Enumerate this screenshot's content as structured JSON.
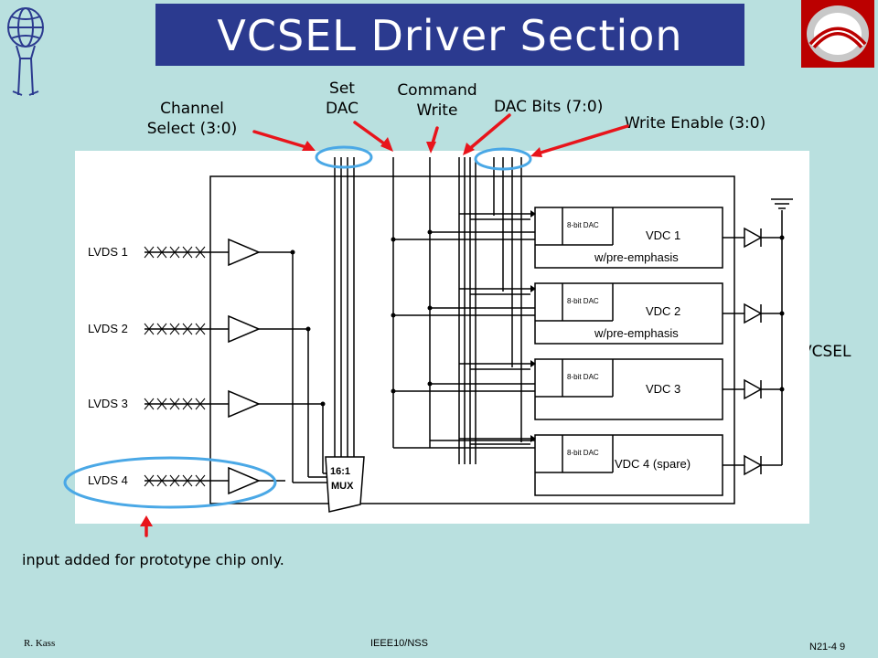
{
  "title": "VCSEL Driver Section",
  "labels": {
    "set_dac": "Set\nDAC",
    "set_dac_line1": "Set",
    "set_dac_line2": "DAC",
    "command_line1": "Command",
    "command_line2": "Write",
    "channel_line1": "Channel",
    "channel_line2": "Select (3:0)",
    "dac_bits": "DAC Bits (7:0)",
    "write_enable": "Write Enable (3:0)",
    "vcsel": "VCSEL",
    "note": "input added for prototype chip only."
  },
  "diagram": {
    "lvds": [
      "LVDS 1",
      "LVDS 2",
      "LVDS 3",
      "LVDS 4"
    ],
    "dac_label": "8-bit DAC",
    "vdc": [
      {
        "name": "VDC 1",
        "sub": "w/pre-emphasis"
      },
      {
        "name": "VDC 2",
        "sub": "w/pre-emphasis"
      },
      {
        "name": "VDC 3",
        "sub": ""
      },
      {
        "name": "VDC 4 (spare)",
        "sub": ""
      }
    ],
    "mux_line1": "16:1",
    "mux_line2": "MUX"
  },
  "footer": {
    "author": "R. Kass",
    "conference": "IEEE10/NSS",
    "page": "N21-4  9"
  },
  "colors": {
    "background": "#b9e0df",
    "title_bar": "#2b3a8f",
    "arrow": "#e8141b",
    "highlight": "#4aa8e6",
    "osu_red": "#bb0000"
  }
}
